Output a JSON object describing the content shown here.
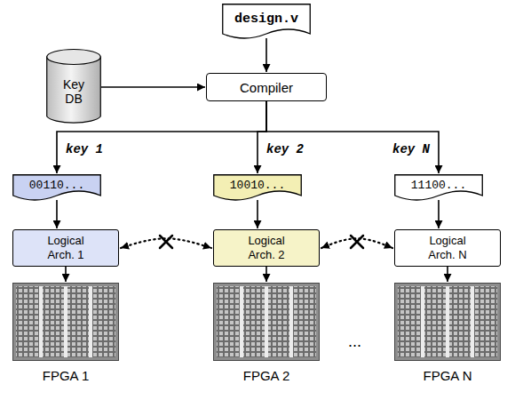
{
  "diagram": {
    "nodes": [
      {
        "text": [
          "design.v"
        ]
      },
      {
        "text": [
          "Key DB"
        ]
      },
      {
        "text": [
          "Compiler"
        ]
      },
      {
        "text": [
          "00110..."
        ]
      },
      {
        "text": [
          "10010..."
        ]
      },
      {
        "text": [
          "11100..."
        ]
      },
      {
        "text": [
          "Logical Arch. 1"
        ]
      },
      {
        "text": [
          "Logical Arch. 2"
        ]
      },
      {
        "text": [
          "Logical Arch. N"
        ]
      },
      {
        "text": [
          "FPGA 1"
        ]
      },
      {
        "text": [
          "FPGA 2"
        ]
      },
      {
        "text": [
          "FPGA N"
        ]
      }
    ],
    "edges": [
      {
        "from": 0,
        "to": 2,
        "arrow": "to"
      },
      {
        "from": 1,
        "to": 2,
        "arrow": "to"
      },
      {
        "from": 2,
        "to": 3,
        "label": "key 1",
        "arrow": "to"
      },
      {
        "from": 2,
        "to": 4,
        "label": "key 2",
        "arrow": "to"
      },
      {
        "from": 2,
        "to": 5,
        "label": "key N",
        "arrow": "to"
      },
      {
        "from": 3,
        "to": 6,
        "arrow": "to"
      },
      {
        "from": 4,
        "to": 7,
        "arrow": "to"
      },
      {
        "from": 5,
        "to": 8,
        "arrow": "to"
      },
      {
        "from": 6,
        "to": 9,
        "arrow": "to"
      },
      {
        "from": 7,
        "to": 10,
        "arrow": "to"
      },
      {
        "from": 8,
        "to": 11,
        "arrow": "to"
      },
      {
        "from": 6,
        "to": 7,
        "arrow": "both"
      },
      {
        "from": 7,
        "to": 8,
        "arrow": "both"
      }
    ],
    "labels": [
      "..."
    ]
  }
}
